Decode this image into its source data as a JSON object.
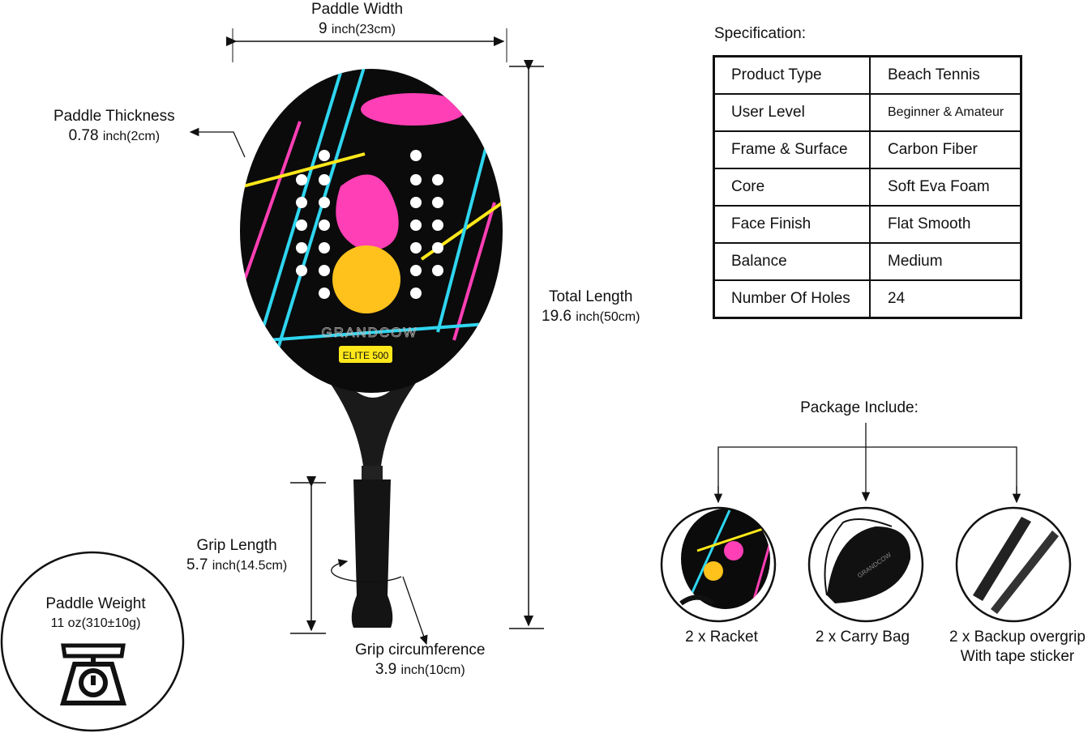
{
  "dimensions": {
    "paddle_width": {
      "label": "Paddle Width",
      "value": "9",
      "unit_text": "inch(23cm)"
    },
    "paddle_thickness": {
      "label": "Paddle Thickness",
      "value": "0.78",
      "unit_text": "inch(2cm)"
    },
    "total_length": {
      "label": "Total Length",
      "value": "19.6",
      "unit_text": "inch(50cm)"
    },
    "grip_length": {
      "label": "Grip Length",
      "value": "5.7",
      "unit_text": "inch(14.5cm)"
    },
    "grip_circumference": {
      "label": "Grip circumference",
      "value": "3.9",
      "unit_text": "inch(10cm)"
    },
    "paddle_weight": {
      "label": "Paddle Weight",
      "value": "11 oz(310±10g)"
    }
  },
  "paddle": {
    "brand": "GRANDCOW",
    "model": "ELITE 500"
  },
  "specification": {
    "title": "Specification:",
    "rows": [
      {
        "name": "Product Type",
        "value": "Beach Tennis"
      },
      {
        "name": "User Level",
        "value": "Beginner & Amateur"
      },
      {
        "name": "Frame & Surface",
        "value": "Carbon Fiber"
      },
      {
        "name": "Core",
        "value": "Soft Eva Foam"
      },
      {
        "name": "Face Finish",
        "value": "Flat Smooth"
      },
      {
        "name": "Balance",
        "value": "Medium"
      },
      {
        "name": "Number Of Holes",
        "value": "24"
      }
    ]
  },
  "package": {
    "title": "Package Include:",
    "items": [
      {
        "line1": "2 x Racket",
        "line2": ""
      },
      {
        "line1": "2 x Carry Bag",
        "line2": "",
        "bag_brand": "GRANDCOW"
      },
      {
        "line1": "2 x Backup overgrip",
        "line2": "With tape sticker"
      }
    ]
  },
  "colors": {
    "pink": "#ff3fb5",
    "cyan": "#2fd6f0",
    "yellow": "#ffe81a",
    "orange": "#ffc21c"
  }
}
